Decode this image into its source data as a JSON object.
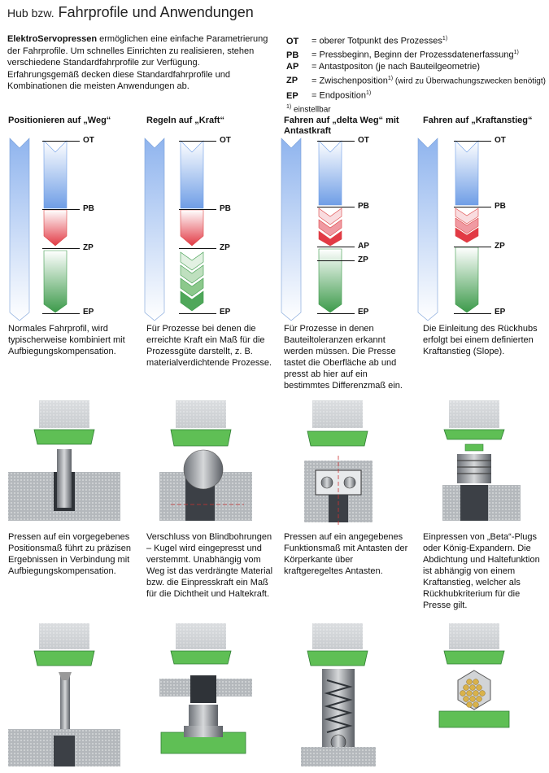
{
  "title": {
    "prefix": "Hub bzw.",
    "main": "Fahrprofile und Anwendungen"
  },
  "intro": {
    "bold": "ElektroServopressen",
    "text": " ermöglichen eine einfache Parametrierung der Fahrprofile. Um schnelles Einrichten zu realisieren, stehen verschiedene Standardfahrprofile zur Verfügung. Erfahrungsgemäß decken diese Standardfahrprofile und Kombinationen die meisten Anwendungen ab."
  },
  "legend": [
    {
      "key": "OT",
      "text": "= oberer Totpunkt des Prozesses",
      "sup": "1)",
      "extra": ""
    },
    {
      "key": "PB",
      "text": "= Pressbeginn, Beginn der Prozessdatenerfassung",
      "sup": "1)",
      "extra": ""
    },
    {
      "key": "AP",
      "text": "= Antastpositon (je nach Bauteilgeometrie)",
      "sup": "",
      "extra": ""
    },
    {
      "key": "ZP",
      "text": "= Zwischenposition",
      "sup": "1)",
      "extra": " (wird zu Überwachungszwecken benötigt)"
    },
    {
      "key": "EP",
      "text": "= Endposition",
      "sup": "1)",
      "extra": ""
    }
  ],
  "legend_note": {
    "sup": "1)",
    "text": " einstellbar"
  },
  "profiles": [
    {
      "heading": "Positionieren auf „Weg“",
      "desc": "Normales Fahrprofil, wird typischerweise kombiniert mit Aufbiegungskompensation.",
      "labels": [
        "OT",
        "PB",
        "ZP",
        "EP"
      ]
    },
    {
      "heading": "Regeln auf „Kraft“",
      "desc": "Für Prozesse bei denen die erreichte Kraft ein Maß für die Prozessgüte darstellt, z. B. materialverdichtende Prozesse.",
      "labels": [
        "OT",
        "PB",
        "ZP",
        "EP"
      ]
    },
    {
      "heading": "Fahren auf „delta Weg“ mit Antastkraft",
      "desc": "Für Prozesse in denen Bauteiltoleranzen erkannt werden müssen. Die Presse tastet die Oberfläche ab und presst ab hier auf ein bestimmtes Differenzmaß ein.",
      "labels": [
        "OT",
        "PB",
        "AP",
        "ZP",
        "EP"
      ]
    },
    {
      "heading": "Fahren auf „Kraftanstieg“",
      "desc": "Die Einleitung des Rückhubs erfolgt bei einem definierten Kraftanstieg (Slope).",
      "labels": [
        "OT",
        "PB",
        "ZP",
        "EP"
      ]
    }
  ],
  "applications": [
    {
      "text": "Pressen auf ein vorgegebenes Positionsmaß führt zu präzisen Ergebnissen in Verbindung mit Aufbiegungskompensation."
    },
    {
      "text": "Verschluss von Blindbohrungen – Kugel wird eingepresst und verstemmt. Unabhängig vom Weg ist das verdrängte Material bzw. die Einpresskraft ein Maß für die Dichtheit und Haltekraft."
    },
    {
      "text": "Pressen auf ein angegebenes Funktionsmaß mit Antasten der Körperkante über kraftgeregeltes Antasten."
    },
    {
      "text": "Einpressen von „Beta“-Plugs oder König-Expandern. Die Abdichtung und Haltefunktion ist abhängig von einem Kraftanstieg, welcher als Rückhubkriterium für die Presse gilt."
    }
  ],
  "colors": {
    "blue": "#6f9ee6",
    "red": "#e23a45",
    "green": "#3c9a4a",
    "tool_green": "#5fbf55",
    "gray": "#a7abaf",
    "dark": "#3c4046"
  }
}
